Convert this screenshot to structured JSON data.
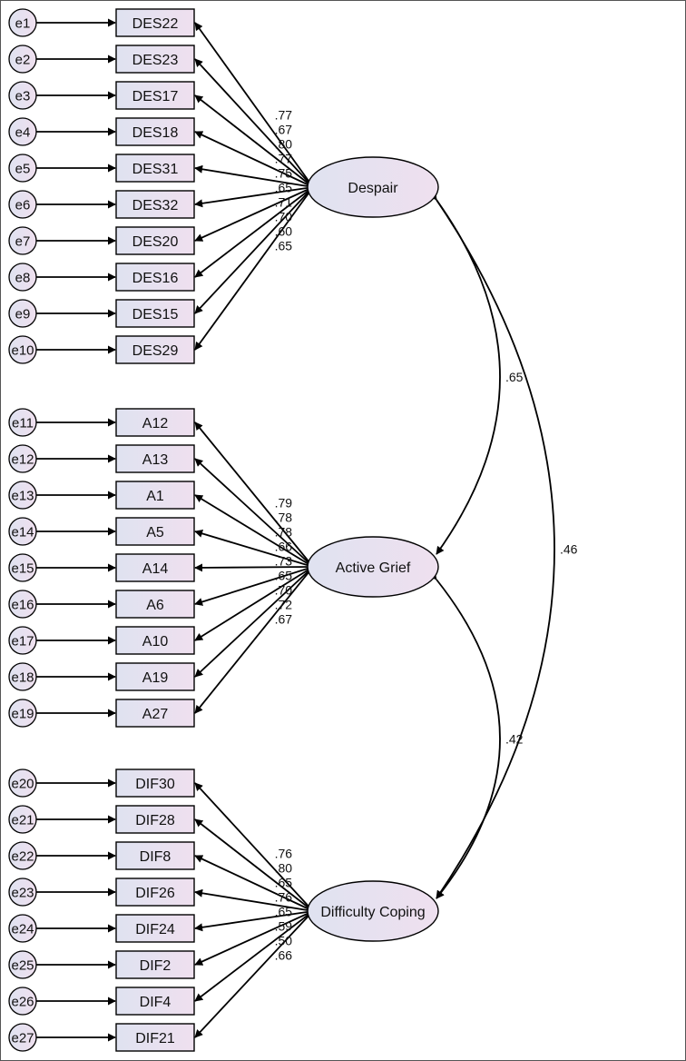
{
  "colors": {
    "node_fill_start": "#dfe2f0",
    "node_fill_end": "#efe0ef",
    "stroke": "#000000",
    "border": "#555555"
  },
  "factors": [
    {
      "name": "Despair",
      "items": [
        {
          "error": "e1",
          "item": "DES22",
          "loading": ".77"
        },
        {
          "error": "e2",
          "item": "DES23",
          "loading": ".67"
        },
        {
          "error": "e3",
          "item": "DES17",
          "loading": ".80"
        },
        {
          "error": "e4",
          "item": "DES18",
          "loading": ".77"
        },
        {
          "error": "e5",
          "item": "DES31",
          "loading": ".75"
        },
        {
          "error": "e6",
          "item": "DES32",
          "loading": ".65"
        },
        {
          "error": "e7",
          "item": "DES20",
          "loading": ".71"
        },
        {
          "error": "e8",
          "item": "DES16",
          "loading": ".70"
        },
        {
          "error": "e9",
          "item": "DES15",
          "loading": ".60"
        },
        {
          "error": "e10",
          "item": "DES29",
          "loading": ".65"
        }
      ]
    },
    {
      "name": "Active Grief",
      "items": [
        {
          "error": "e11",
          "item": "A12",
          "loading": ".79"
        },
        {
          "error": "e12",
          "item": "A13",
          "loading": ".78"
        },
        {
          "error": "e13",
          "item": "A1",
          "loading": ".78"
        },
        {
          "error": "e14",
          "item": "A5",
          "loading": ".66"
        },
        {
          "error": "e15",
          "item": "A14",
          "loading": ".73"
        },
        {
          "error": "e16",
          "item": "A6",
          "loading": ".65"
        },
        {
          "error": "e17",
          "item": "A10",
          "loading": ".70"
        },
        {
          "error": "e18",
          "item": "A19",
          "loading": ".72"
        },
        {
          "error": "e19",
          "item": "A27",
          "loading": ".67"
        }
      ]
    },
    {
      "name": "Difficulty Coping",
      "items": [
        {
          "error": "e20",
          "item": "DIF30",
          "loading": ".76"
        },
        {
          "error": "e21",
          "item": "DIF28",
          "loading": ".80"
        },
        {
          "error": "e22",
          "item": "DIF8",
          "loading": ".65"
        },
        {
          "error": "e23",
          "item": "DIF26",
          "loading": ".76"
        },
        {
          "error": "e24",
          "item": "DIF24",
          "loading": ".65"
        },
        {
          "error": "e25",
          "item": "DIF2",
          "loading": ".59"
        },
        {
          "error": "e26",
          "item": "DIF4",
          "loading": ".50"
        },
        {
          "error": "e27",
          "item": "DIF21",
          "loading": ".66"
        }
      ]
    }
  ],
  "correlations": [
    {
      "from": "Despair",
      "to": "Active Grief",
      "value": ".65"
    },
    {
      "from": "Active Grief",
      "to": "Difficulty Coping",
      "value": ".42"
    },
    {
      "from": "Despair",
      "to": "Difficulty Coping",
      "value": ".46"
    }
  ]
}
